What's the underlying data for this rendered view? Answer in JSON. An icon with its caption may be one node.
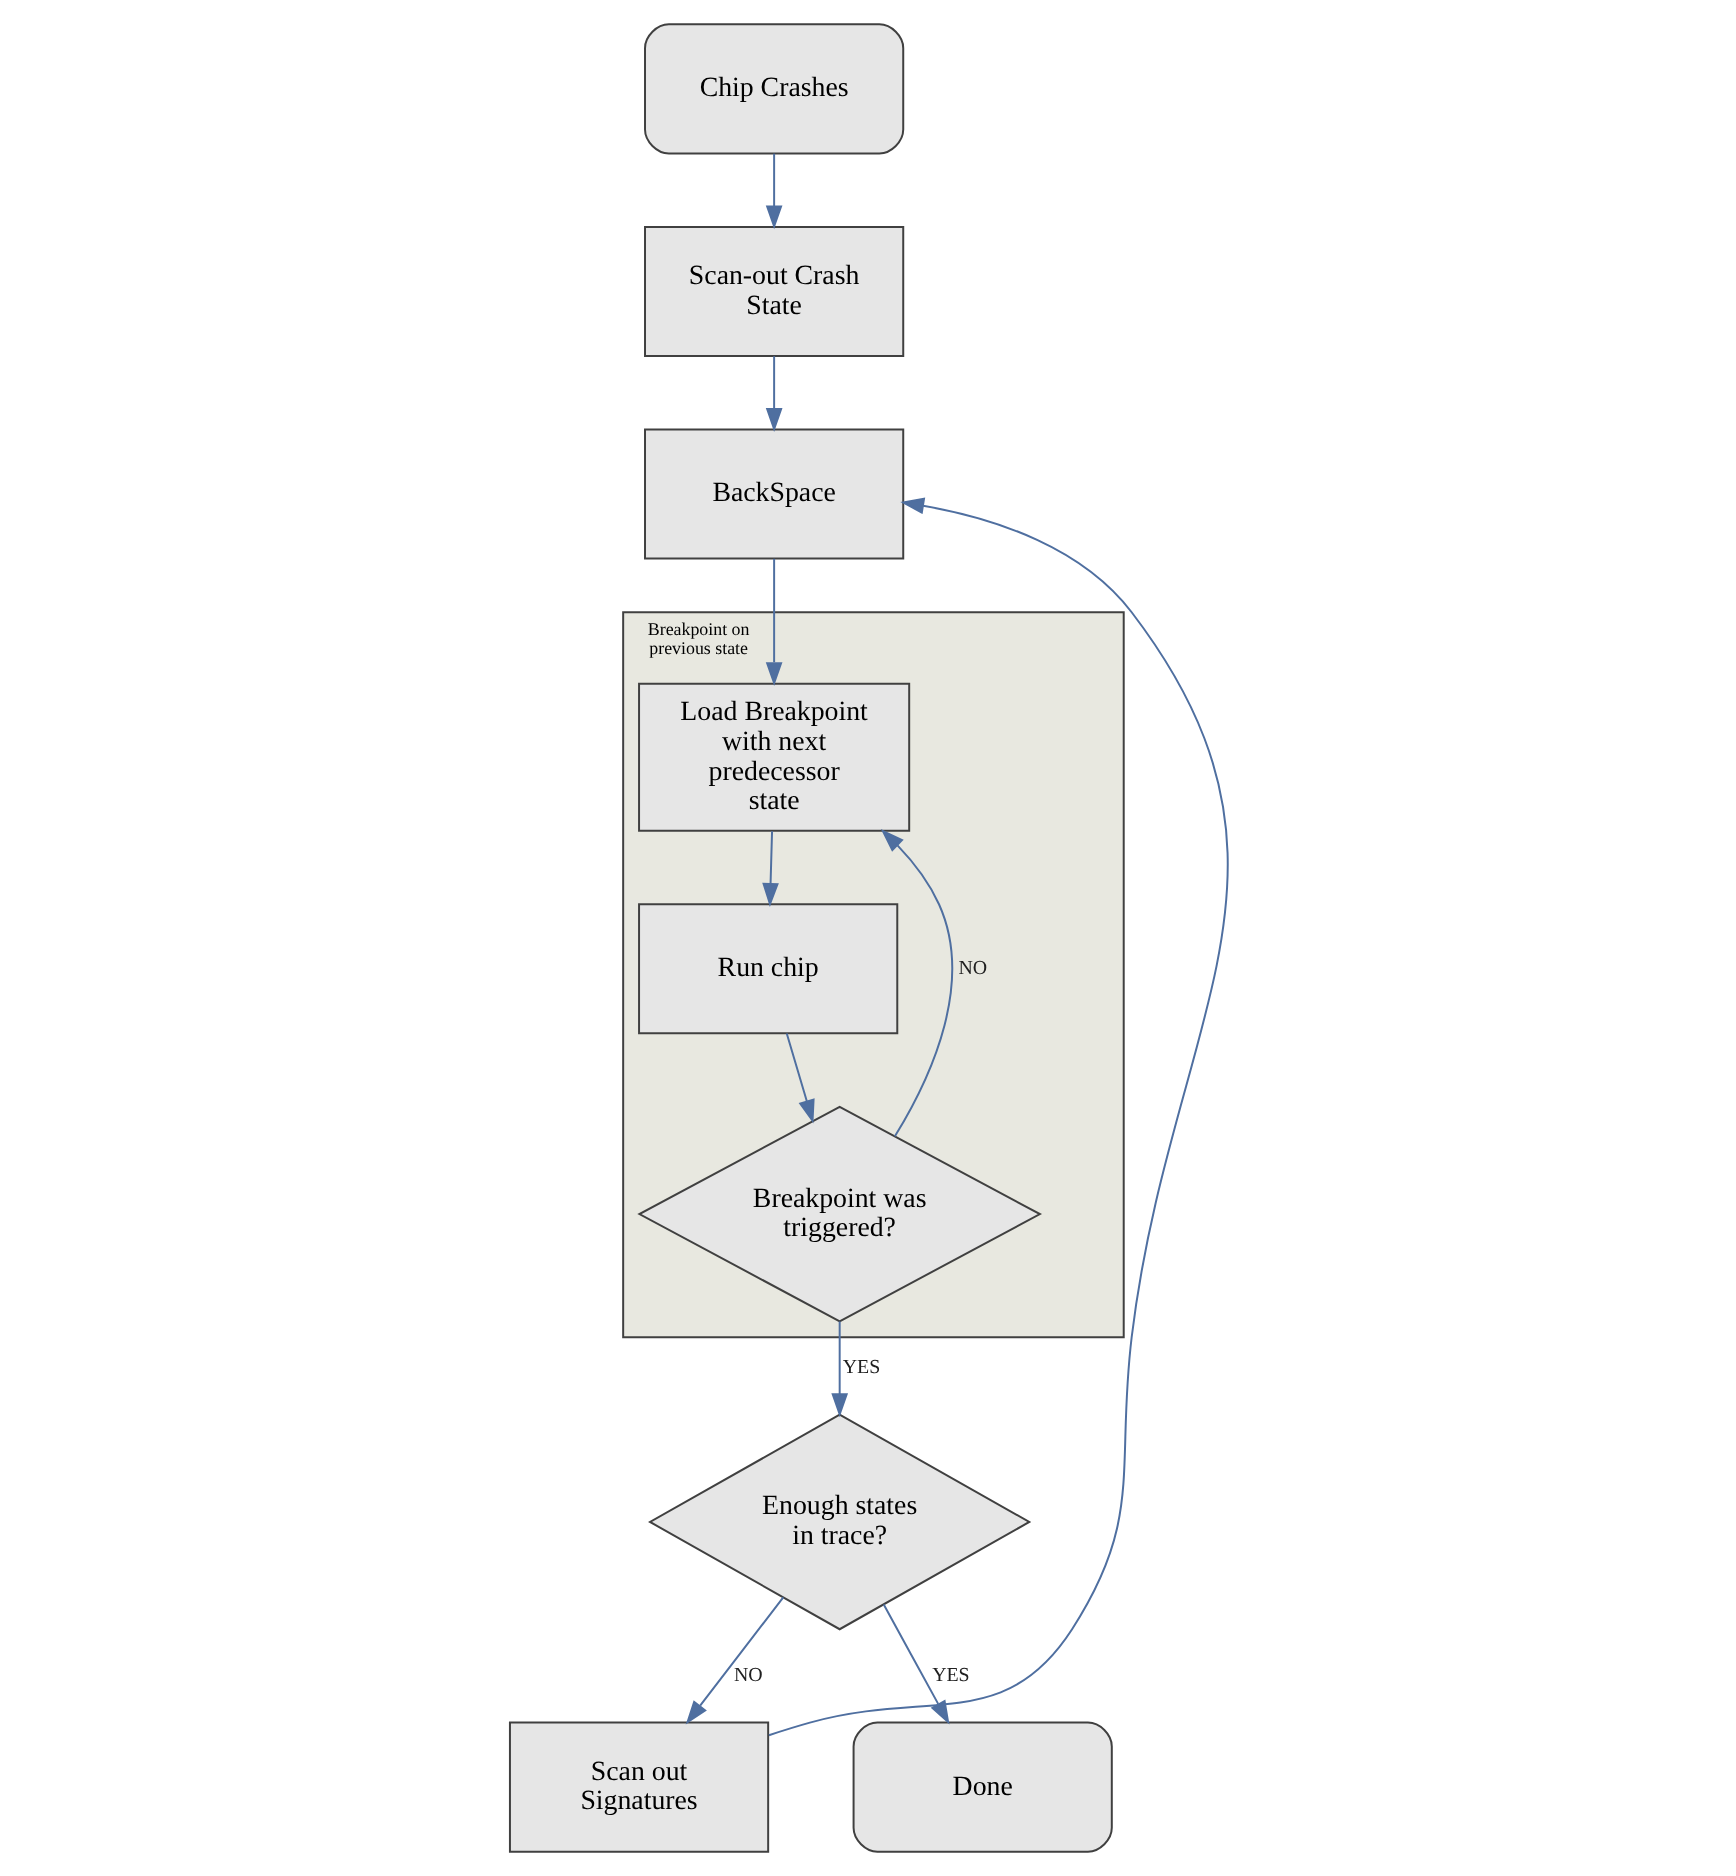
{
  "diagram": {
    "nodes": [
      {
        "text": [
          "Chip Crashes"
        ]
      },
      {
        "text": [
          "Scan-out Crash State"
        ]
      },
      {
        "text": [
          "BackSpace"
        ]
      },
      {
        "text": [
          "Breakpoint on previous state"
        ]
      },
      {
        "text": [
          "Load Breakpoint with next predecessor state"
        ],
        "in": 3
      },
      {
        "text": [
          "Run chip"
        ],
        "in": 3
      },
      {
        "text": [
          "Breakpoint was triggered?"
        ],
        "in": 3
      },
      {
        "text": [
          "Enough states in trace?"
        ]
      },
      {
        "text": [
          "Scan out Signatures"
        ]
      },
      {
        "text": [
          "Done"
        ]
      }
    ],
    "edges": [
      {
        "from": 0,
        "to": 1,
        "arrow": "to"
      },
      {
        "from": 1,
        "to": 2,
        "arrow": "to"
      },
      {
        "from": 2,
        "to": 4,
        "arrow": "to"
      },
      {
        "from": 4,
        "to": 5,
        "arrow": "to"
      },
      {
        "from": 5,
        "to": 6,
        "arrow": "to"
      },
      {
        "from": 6,
        "to": 4,
        "arrow": "to",
        "label": "NO"
      },
      {
        "from": 6,
        "to": 7,
        "arrow": "to",
        "label": "YES"
      },
      {
        "from": 7,
        "to": 8,
        "arrow": "to",
        "label": "NO"
      },
      {
        "from": 8,
        "to": 2,
        "arrow": "to"
      },
      {
        "from": 7,
        "to": 9,
        "arrow": "to",
        "label": "YES"
      }
    ]
  }
}
